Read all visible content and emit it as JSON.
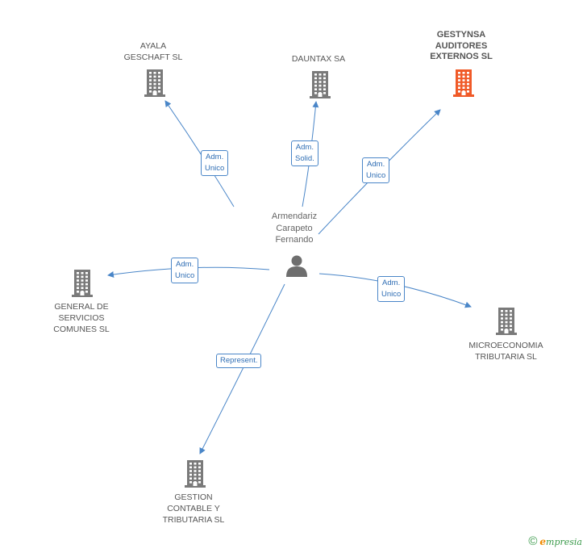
{
  "colors": {
    "building": "#7a7a7a",
    "building_main": "#f05a28",
    "person": "#6e6e6e",
    "edge": "#4a86c8",
    "edge_label": "#2e6db4"
  },
  "person": {
    "label": "Armendariz\nCarapeto\nFernando",
    "icon": "person-icon"
  },
  "nodes": [
    {
      "id": "ayala",
      "label": "AYALA\nGESCHAFT SL",
      "main": false,
      "icon": "building-icon"
    },
    {
      "id": "dauntax",
      "label": "DAUNTAX SA",
      "main": false,
      "icon": "building-icon"
    },
    {
      "id": "gestynsa",
      "label": "GESTYNSA\nAUDITORES\nEXTERNOS SL",
      "main": true,
      "icon": "building-icon"
    },
    {
      "id": "general",
      "label": "GENERAL DE\nSERVICIOS\nCOMUNES  SL",
      "main": false,
      "icon": "building-icon"
    },
    {
      "id": "micro",
      "label": "MICROECONOMIA\nTRIBUTARIA SL",
      "main": false,
      "icon": "building-icon"
    },
    {
      "id": "gestion",
      "label": "GESTION\nCONTABLE Y\nTRIBUTARIA SL",
      "main": false,
      "icon": "building-icon"
    }
  ],
  "edges": [
    {
      "to": "ayala",
      "label": "Adm.\nUnico"
    },
    {
      "to": "dauntax",
      "label": "Adm.\nSolid."
    },
    {
      "to": "gestynsa",
      "label": "Adm.\nUnico"
    },
    {
      "to": "general",
      "label": "Adm.\nUnico"
    },
    {
      "to": "micro",
      "label": "Adm.\nUnico"
    },
    {
      "to": "gestion",
      "label": "Represent."
    }
  ],
  "footer": {
    "symbol": "©",
    "brand_initial": "e",
    "brand_rest": "mpresia"
  }
}
